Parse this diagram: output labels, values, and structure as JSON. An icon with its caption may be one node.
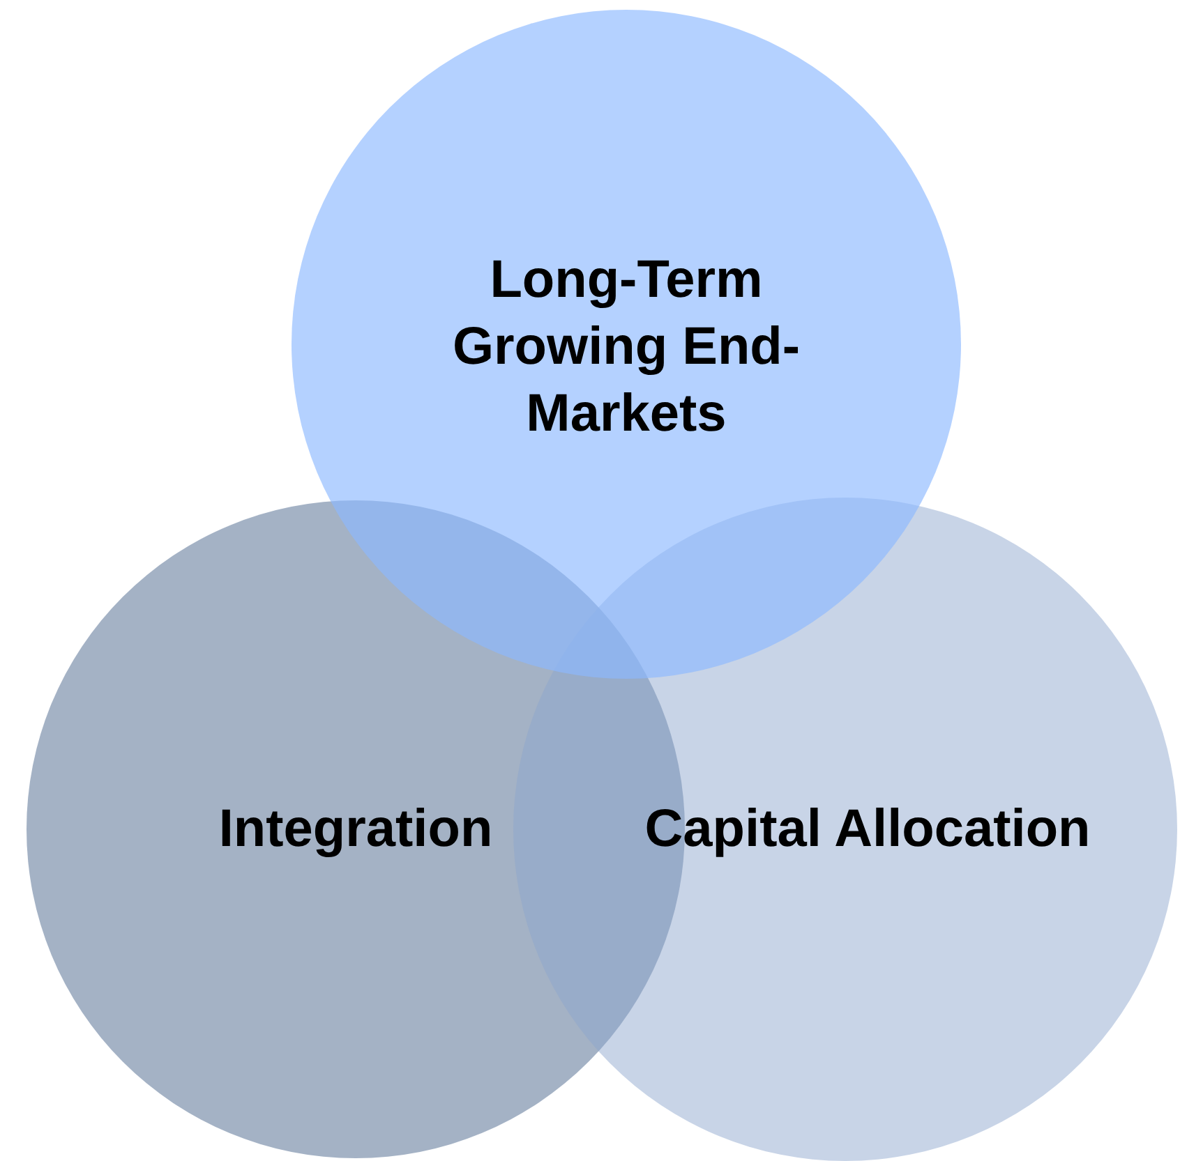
{
  "diagram": {
    "nodes": [
      {
        "text": [
          "Long-Term Growing End-Markets"
        ]
      },
      {
        "text": [
          "Integration"
        ]
      },
      {
        "text": [
          "Capital Allocation"
        ]
      }
    ]
  }
}
